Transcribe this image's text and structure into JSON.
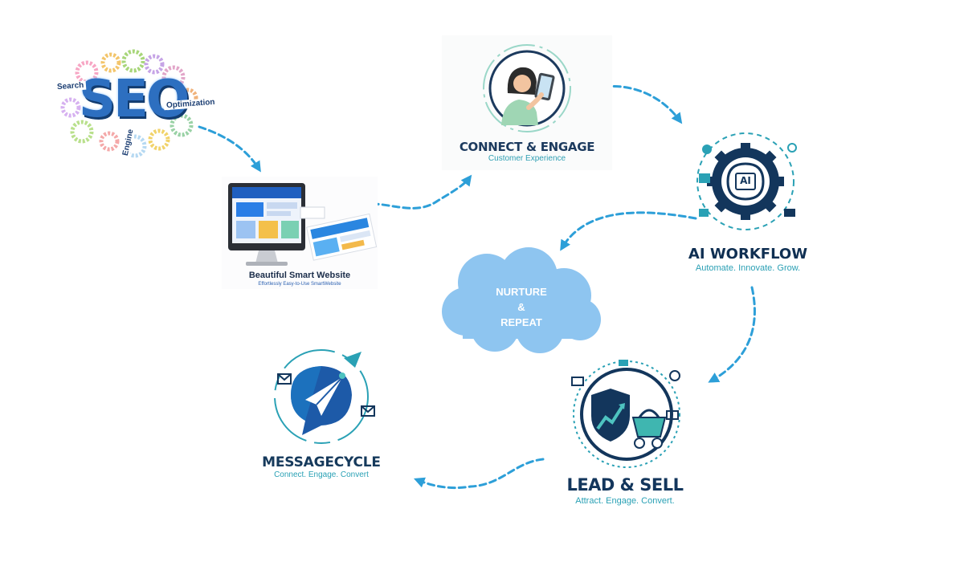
{
  "nodes": {
    "seo": {
      "word": "SEO",
      "search": "Search",
      "optimization": "Optimization",
      "engine": "Engine"
    },
    "website": {
      "title": "Beautiful Smart Website",
      "subtitle": "Effortlessly Easy-to-Use SmartWebsite"
    },
    "connect": {
      "title": "CONNECT & ENGAGE",
      "subtitle": "Customer Experience"
    },
    "ai_workflow": {
      "title": "AI WORKFLOW",
      "subtitle": "Automate. Innovate. Grow.",
      "badge": "AI"
    },
    "cloud": {
      "line1": "NURTURE",
      "line2": "&",
      "line3": "REPEAT"
    },
    "lead_sell": {
      "title": "LEAD & SELL",
      "subtitle": "Attract. Engage. Convert."
    },
    "messagecycle": {
      "title": "MESSAGECYCLE",
      "subtitle": "Connect. Engage. Convert"
    }
  },
  "colors": {
    "arrow": "#2d9fd8",
    "cloud": "#8ec5f0",
    "navy": "#13365c",
    "teal": "#2aa1b5"
  },
  "icons": [
    "gear-cluster-icon",
    "monitor-icon",
    "woman-tablet-icon",
    "ai-brain-gear-icon",
    "cloud-shape",
    "shield-chart-icon",
    "shopping-basket-icon",
    "paper-plane-icon",
    "envelope-icon"
  ]
}
